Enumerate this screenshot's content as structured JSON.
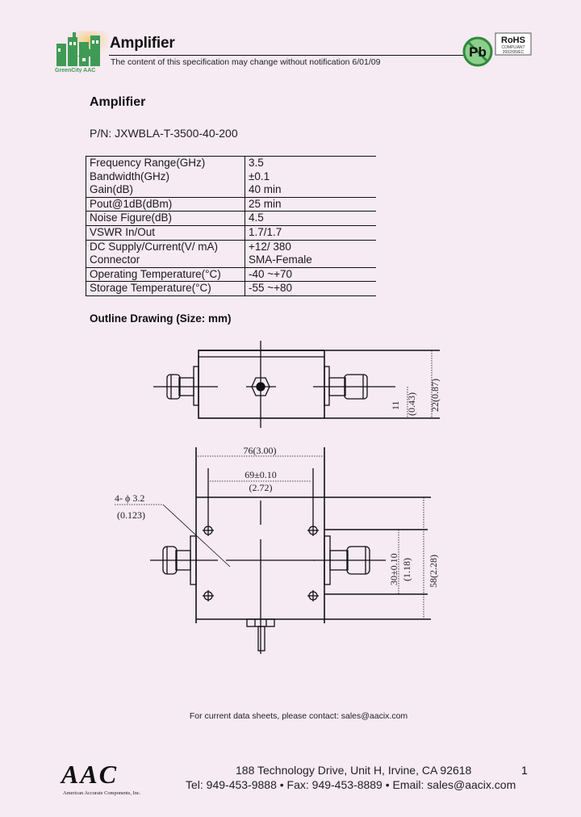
{
  "header": {
    "logo_text": "GreenCity AAC",
    "title": "Amplifier",
    "notice": "The content of this specification may change without notification 6/01/09",
    "badges": {
      "pb": "Pb",
      "rohs": "RoHS",
      "rohs_sub1": "COMPLIANT",
      "rohs_sub2": "2002/95/EC"
    }
  },
  "product": {
    "title": "Amplifier",
    "part_number": "P/N: JXWBLA-T-3500-40-200"
  },
  "specs": [
    {
      "param": "Frequency Range(GHz)",
      "value": "3.5"
    },
    {
      "param": "Bandwidth(GHz)",
      "value": "±0.1"
    },
    {
      "param": "Gain(dB)",
      "value": "40 min"
    },
    {
      "param": "Pout@1dB(dBm)",
      "value": "25 min"
    },
    {
      "param": "Noise Figure(dB)",
      "value": "4.5"
    },
    {
      "param": "VSWR In/Out",
      "value": "1.7/1.7"
    },
    {
      "param": "DC Supply/Current(V/ mA)",
      "value": "+12/ 380"
    },
    {
      "param": "Connector",
      "value": "SMA-Female"
    },
    {
      "param": "Operating Temperature(°C)",
      "value": "-40 ~+70"
    },
    {
      "param": "Storage Temperature(°C)",
      "value": "-55 ~+80"
    }
  ],
  "outline": {
    "title": "Outline Drawing (Size: mm)",
    "dims": {
      "height_total": "22(0.87)",
      "height_half": "11",
      "height_half_in": "(0.43)",
      "width_total": "76(3.00)",
      "hole_spacing": "69±0.10",
      "hole_spacing_in": "(2.72)",
      "hole_dia": "4- ϕ 3.2",
      "hole_dia_in": "(0.123)",
      "hole_vert": "30±0.10",
      "hole_vert_in": "(1.18)",
      "depth_total": "58(2.28)"
    }
  },
  "footer": {
    "contact": "For current data sheets, please contact: sales@aacix.com",
    "company_logo": "AAC",
    "company_name": "American Accurate Components, Inc.",
    "address": "188 Technology Drive, Unit H, Irvine, CA 92618",
    "phones": "Tel: 949-453-9888 • Fax: 949-453-8889 • Email: sales@aacix.com",
    "page_number": "1"
  }
}
